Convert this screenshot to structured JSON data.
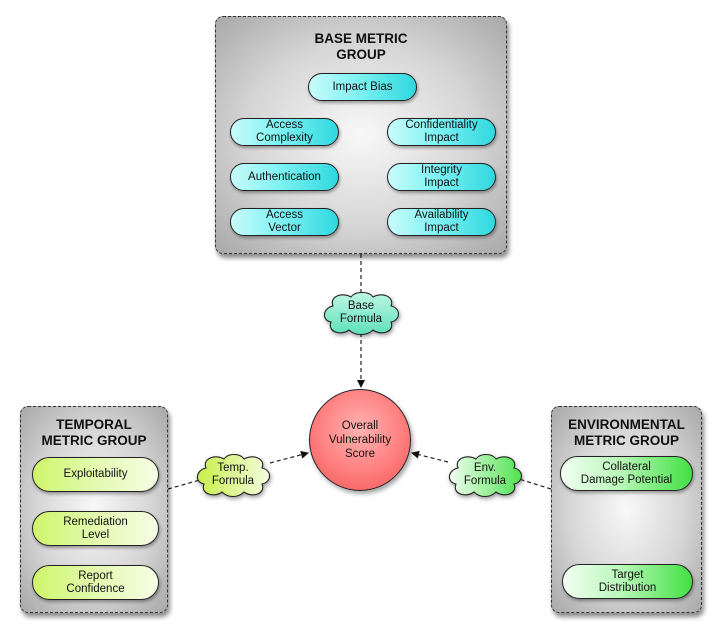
{
  "base_group": {
    "title": "BASE METRIC\nGROUP",
    "items": [
      {
        "label": "Impact Bias"
      },
      {
        "label": "Access\nComplexity"
      },
      {
        "label": "Authentication"
      },
      {
        "label": "Access\nVector"
      },
      {
        "label": "Confidentiality\nImpact"
      },
      {
        "label": "Integrity\nImpact"
      },
      {
        "label": "Availability\nImpact"
      }
    ]
  },
  "temporal_group": {
    "title": "TEMPORAL\nMETRIC GROUP",
    "items": [
      {
        "label": "Exploitability"
      },
      {
        "label": "Remediation\nLevel"
      },
      {
        "label": "Report\nConfidence"
      }
    ]
  },
  "environmental_group": {
    "title": "ENVIRONMENTAL\nMETRIC GROUP",
    "items": [
      {
        "label": "Collateral\nDamage Potential"
      },
      {
        "label": "Target\nDistribution"
      }
    ]
  },
  "formulas": {
    "base": "Base\nFormula",
    "temporal": "Temp.\nFormula",
    "environmental": "Env.\nFormula"
  },
  "score": {
    "label": "Overall\nVulnerability\nScore"
  },
  "colors": {
    "base_items": "#7ff2f2",
    "temporal_items": "#d8f78a",
    "environmental_items": "#7cec7c",
    "score": "#ff7e7e"
  }
}
